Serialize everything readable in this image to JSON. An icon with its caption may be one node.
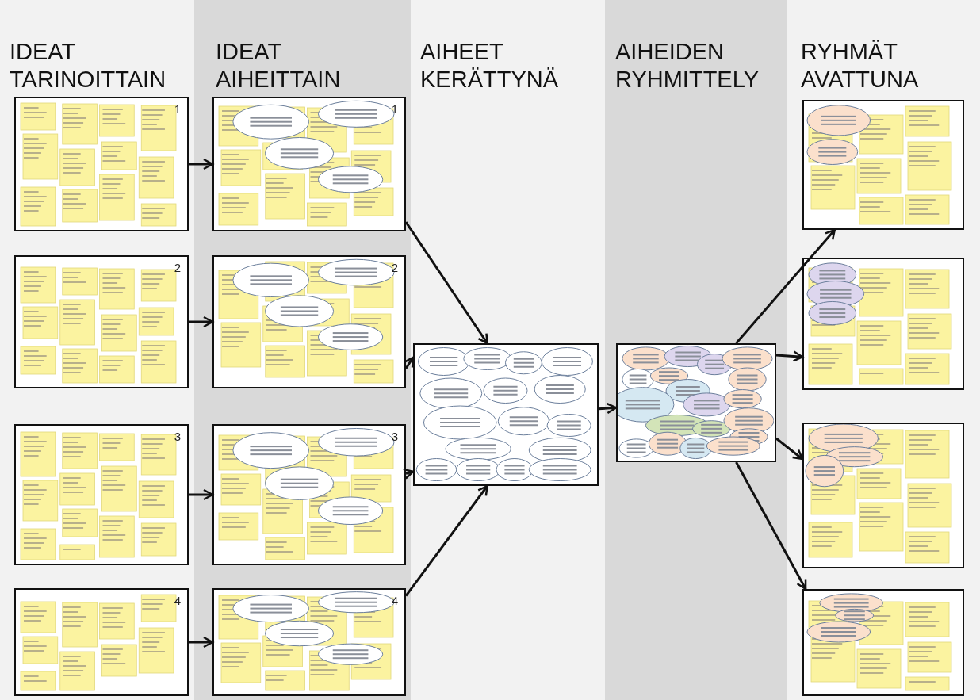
{
  "diagram": {
    "nodes": [
      {
        "text": [
          "1"
        ]
      },
      {
        "text": [
          "2"
        ]
      },
      {
        "text": [
          "3"
        ]
      },
      {
        "text": [
          "4"
        ]
      },
      {
        "text": [
          "1"
        ]
      },
      {
        "text": [
          "2"
        ]
      },
      {
        "text": [
          "3"
        ]
      },
      {
        "text": [
          "4"
        ]
      },
      {
        "text": [],
        "shape": "picture"
      },
      {
        "text": [],
        "shape": "picture"
      },
      {
        "text": [],
        "shape": "picture"
      },
      {
        "text": [],
        "shape": "picture"
      },
      {
        "text": [],
        "shape": "picture"
      },
      {
        "text": [],
        "shape": "picture"
      }
    ],
    "edges": [
      {
        "from": 0,
        "to": 4,
        "arrow": "to"
      },
      {
        "from": 1,
        "to": 5,
        "arrow": "to"
      },
      {
        "from": 2,
        "to": 6,
        "arrow": "to"
      },
      {
        "from": 3,
        "to": 7,
        "arrow": "to"
      },
      {
        "from": 4,
        "to": 8,
        "arrow": "to"
      },
      {
        "from": 5,
        "to": 8,
        "arrow": "to"
      },
      {
        "from": 6,
        "to": 8,
        "arrow": "to"
      },
      {
        "from": 7,
        "to": 8,
        "arrow": "to"
      },
      {
        "from": 8,
        "to": 9,
        "arrow": "to"
      },
      {
        "from": 9,
        "to": 10,
        "arrow": "to"
      },
      {
        "from": 9,
        "to": 11,
        "arrow": "to"
      },
      {
        "from": 9,
        "to": 12,
        "arrow": "to"
      },
      {
        "from": 9,
        "to": 13,
        "arrow": "to"
      }
    ],
    "labels": [
      "IDEAT TARINOITTAIN",
      "IDEAT AIHEITTAIN",
      "AIHEET KERÄTTYNÄ",
      "AIHEIDEN RYHMITTELY",
      "RYHMÄT AVATTUNA"
    ]
  }
}
